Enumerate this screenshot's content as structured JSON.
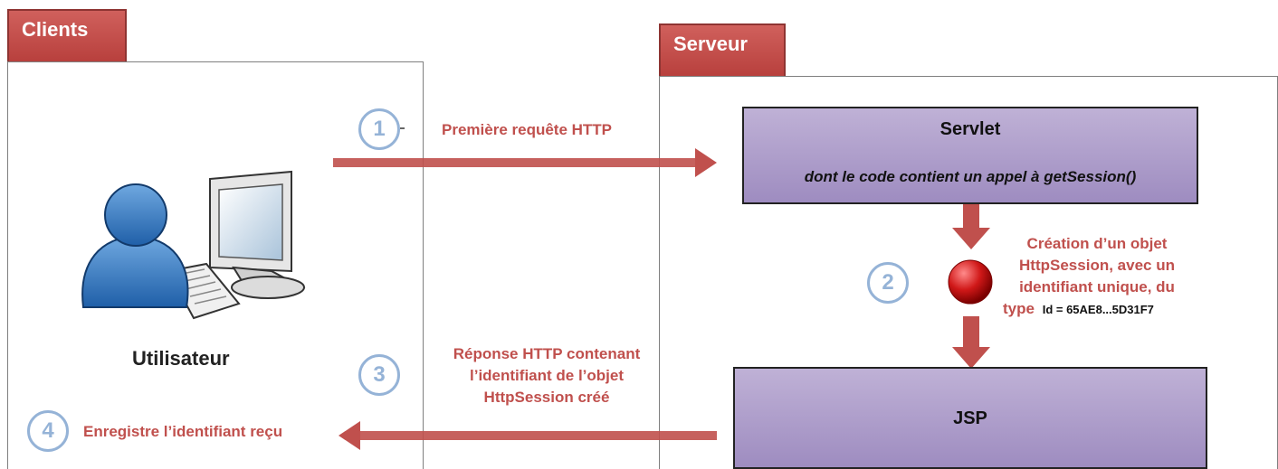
{
  "clients": {
    "tab": "Clients",
    "user_label": "Utilisateur"
  },
  "server": {
    "tab": "Serveur"
  },
  "servlet": {
    "title": "Servlet",
    "subtitle": "dont le code contient un appel à getSession()"
  },
  "jsp": {
    "title": "JSP"
  },
  "steps": [
    {
      "num": "1",
      "text": "Première requête HTTP"
    },
    {
      "num": "2",
      "lines": [
        "Création d’un objet",
        "HttpSession, avec un",
        "identifiant unique, du"
      ],
      "type_word": "type",
      "id_text": "Id = 65AE8...5D31F7"
    },
    {
      "num": "3",
      "lines": [
        "Réponse HTTP contenant",
        "l’identifiant de l’objet",
        "HttpSession créé"
      ]
    },
    {
      "num": "4",
      "text": "Enregistre l’identifiant reçu"
    }
  ],
  "colors": {
    "accent": "#c0504d",
    "step_circle": "#95b3d7",
    "box_fill": "#ab9ac8"
  }
}
